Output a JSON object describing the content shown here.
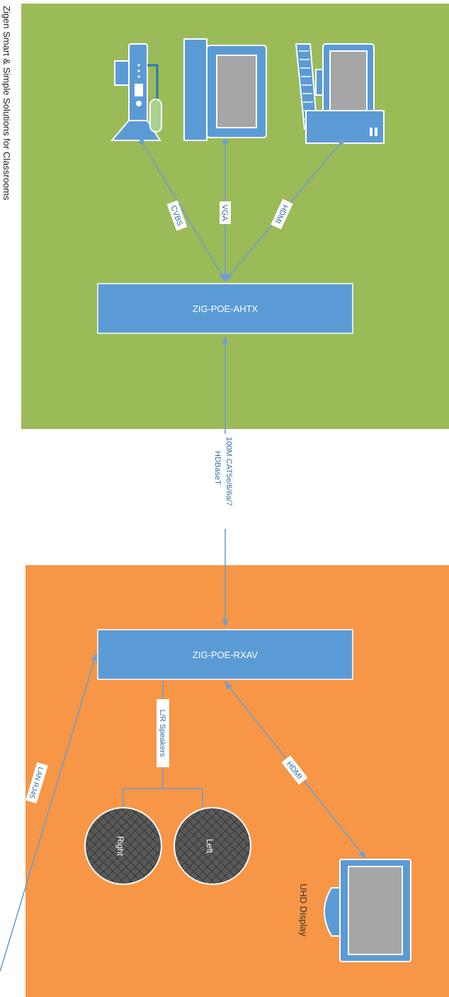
{
  "title": "Zigen Smart & Simple Solutions for Classrooms",
  "colors": {
    "tx_zone": "#9bbb59",
    "rx_zone": "#f79646",
    "box": "#5b9bd5",
    "line": "#6f9fce",
    "speaker": "#4f4f4f"
  },
  "transmitter": {
    "label": "ZIG-POE-AHTX",
    "inputs": [
      {
        "device": "document-camera-icon",
        "connection": "CVBS"
      },
      {
        "device": "laptop-icon",
        "connection": "VGA"
      },
      {
        "device": "desktop-pc-icon",
        "connection": "HDMI"
      }
    ]
  },
  "link": {
    "line1": "100M CAT5e/6/6a/7",
    "line2": "HDBaseT"
  },
  "receiver": {
    "label": "ZIG-POE-RXAV",
    "lan_label": "LAN RJ45",
    "speakers_label": "L/R Speakers",
    "speaker_right": "Right",
    "speaker_left": "Left",
    "display_connection": "HDMI",
    "display_label": "UHD Display"
  }
}
